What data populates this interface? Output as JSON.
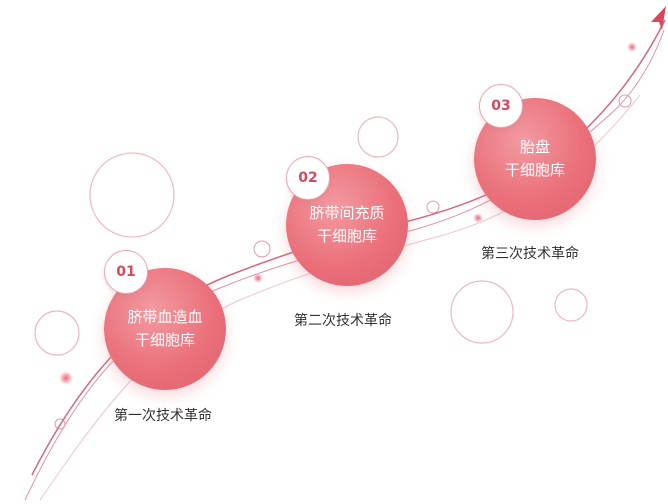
{
  "colors": {
    "accent": "#e86a75",
    "badge_text": "#d9485a",
    "curve": "#d9667a",
    "ring": "#f0b8be",
    "caption": "#333333"
  },
  "stages": [
    {
      "number": "01",
      "title_line1": "脐带血造血",
      "title_line2": "干细胞库",
      "caption": "第一次技术革命"
    },
    {
      "number": "02",
      "title_line1": "脐带间充质",
      "title_line2": "干细胞库",
      "caption": "第二次技术革命"
    },
    {
      "number": "03",
      "title_line1": "胎盘",
      "title_line2": "干细胞库",
      "caption": "第三次技术革命"
    }
  ]
}
